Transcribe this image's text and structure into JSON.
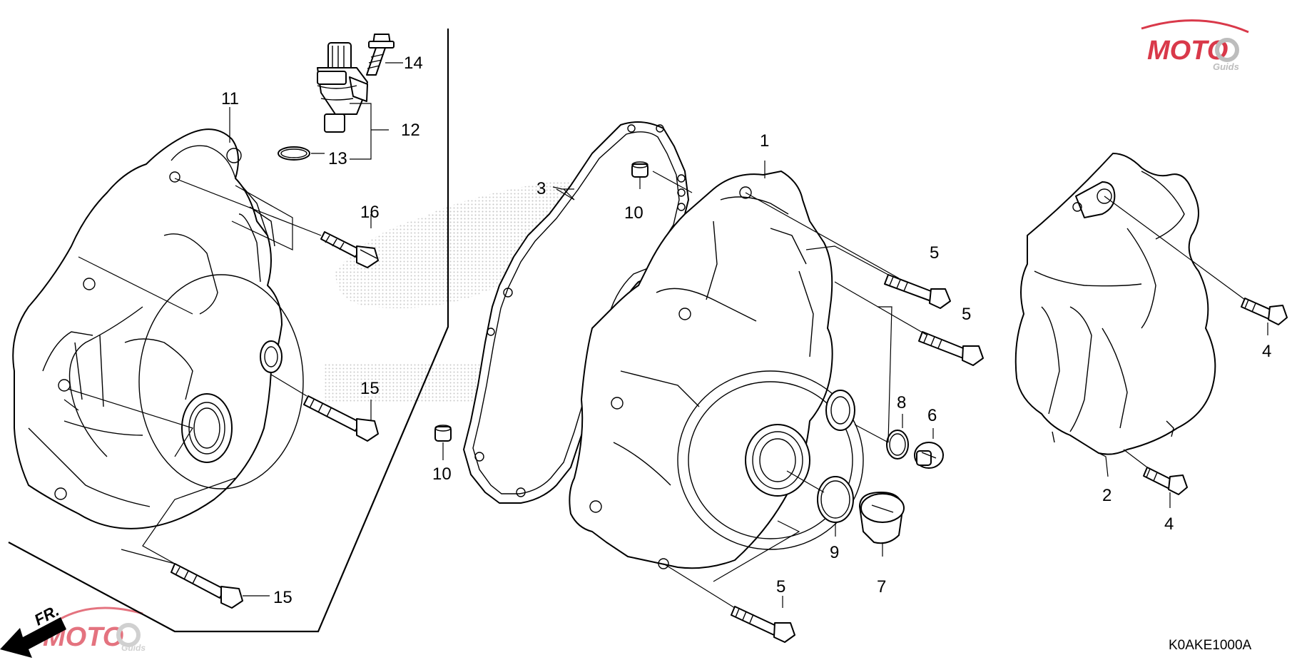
{
  "diagram": {
    "reference_code": "K0AKE1000A",
    "front_indicator": "FR.",
    "callouts": {
      "c1": "1",
      "c2": "2",
      "c3": "3",
      "c4a": "4",
      "c4b": "4",
      "c5a": "5",
      "c5b": "5",
      "c5c": "5",
      "c6": "6",
      "c7": "7",
      "c8": "8",
      "c9": "9",
      "c10a": "10",
      "c10b": "10",
      "c11": "11",
      "c12": "12",
      "c13": "13",
      "c14": "14",
      "c15a": "15",
      "c15b": "15",
      "c16": "16"
    }
  },
  "watermark": {
    "brand": "MOTO",
    "sub": "Guids",
    "accent_color": "#d9394a",
    "gear_color": "#bdbdbd"
  }
}
